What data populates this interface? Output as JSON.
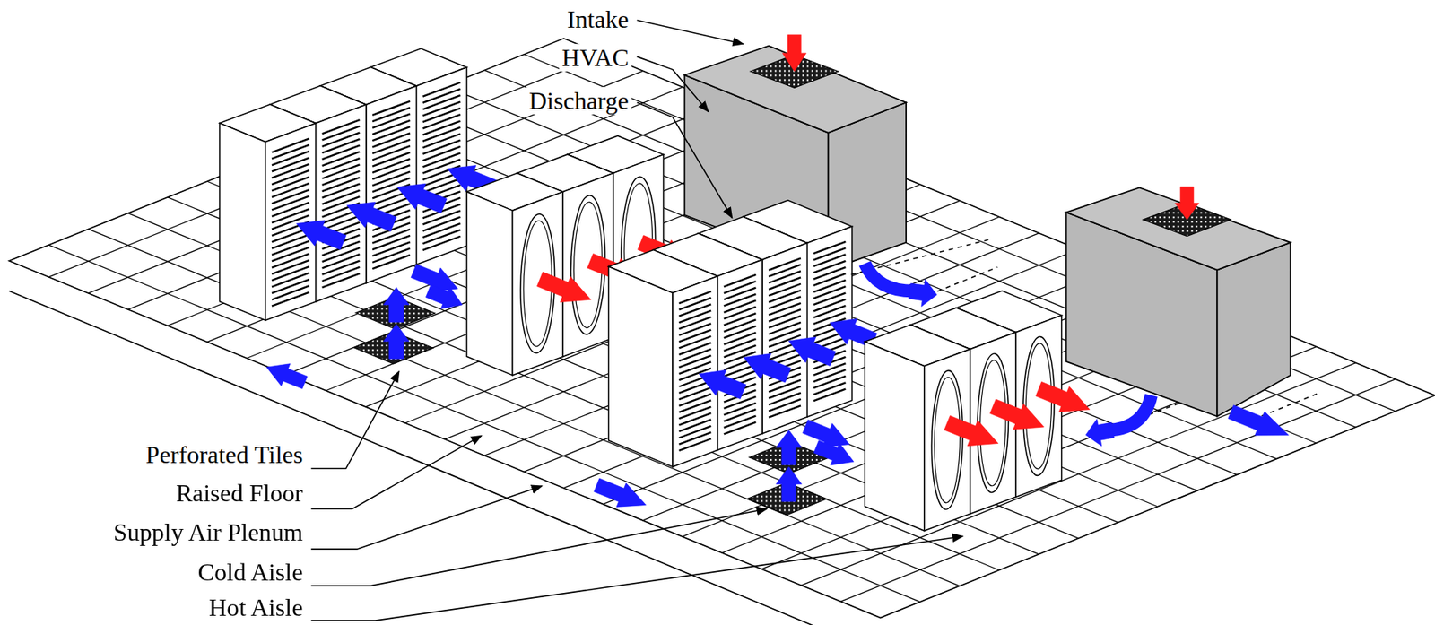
{
  "diagram": {
    "labels": [
      "Intake",
      "HVAC",
      "Discharge",
      "Perforated Tiles",
      "Raised Floor",
      "Supply Air Plenum",
      "Cold Aisle",
      "Hot Aisle"
    ]
  }
}
